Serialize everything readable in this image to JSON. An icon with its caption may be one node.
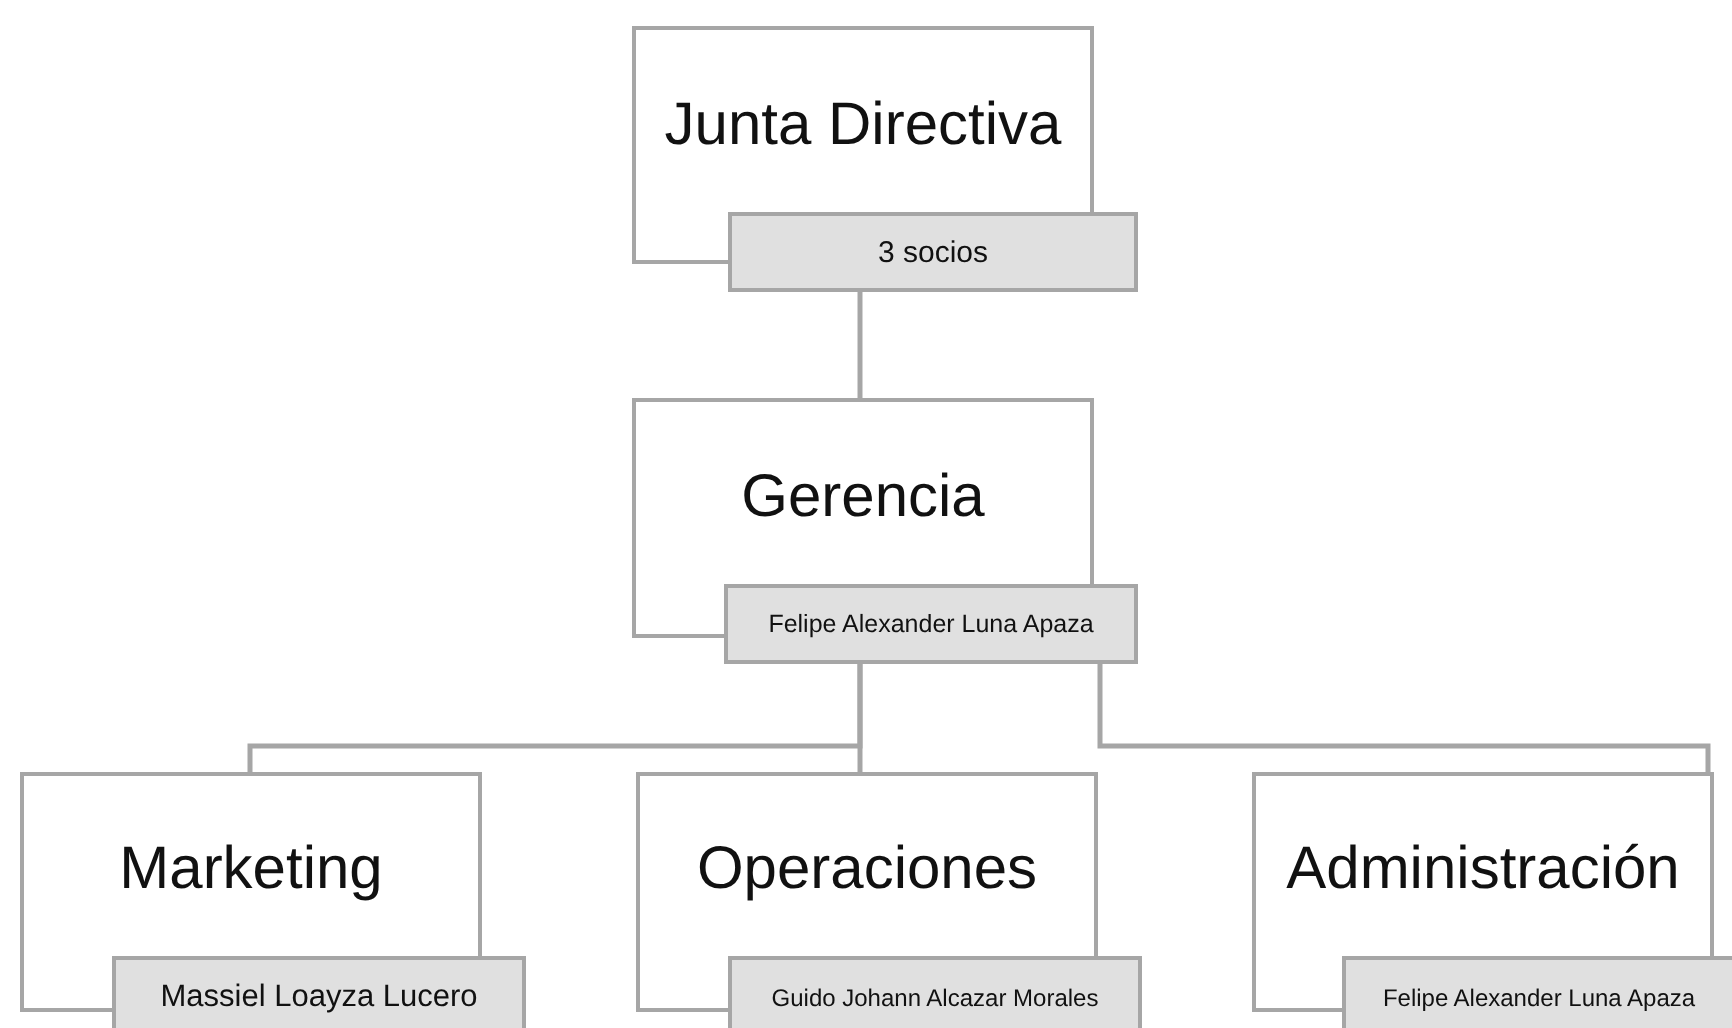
{
  "diagram": {
    "nodes": [
      {
        "text": [
          "Junta Directiva"
        ]
      },
      {
        "text": [
          "3 socios"
        ]
      },
      {
        "text": [
          "Gerencia"
        ]
      },
      {
        "text": [
          "Felipe Alexander Luna Apaza"
        ]
      },
      {
        "text": [
          "Marketing"
        ]
      },
      {
        "text": [
          "Massiel Loayza Lucero"
        ]
      },
      {
        "text": [
          "Operaciones"
        ]
      },
      {
        "text": [
          "Guido Johann Alcazar Morales"
        ]
      },
      {
        "text": [
          "Administración"
        ]
      },
      {
        "text": [
          "Felipe Alexander Luna Apaza"
        ]
      }
    ],
    "edges": [
      {
        "from": 1,
        "to": 2,
        "arrow": "none"
      },
      {
        "from": 3,
        "to": 4,
        "arrow": "none"
      },
      {
        "from": 3,
        "to": 6,
        "arrow": "none"
      },
      {
        "from": 3,
        "to": 8,
        "arrow": "none"
      }
    ]
  }
}
